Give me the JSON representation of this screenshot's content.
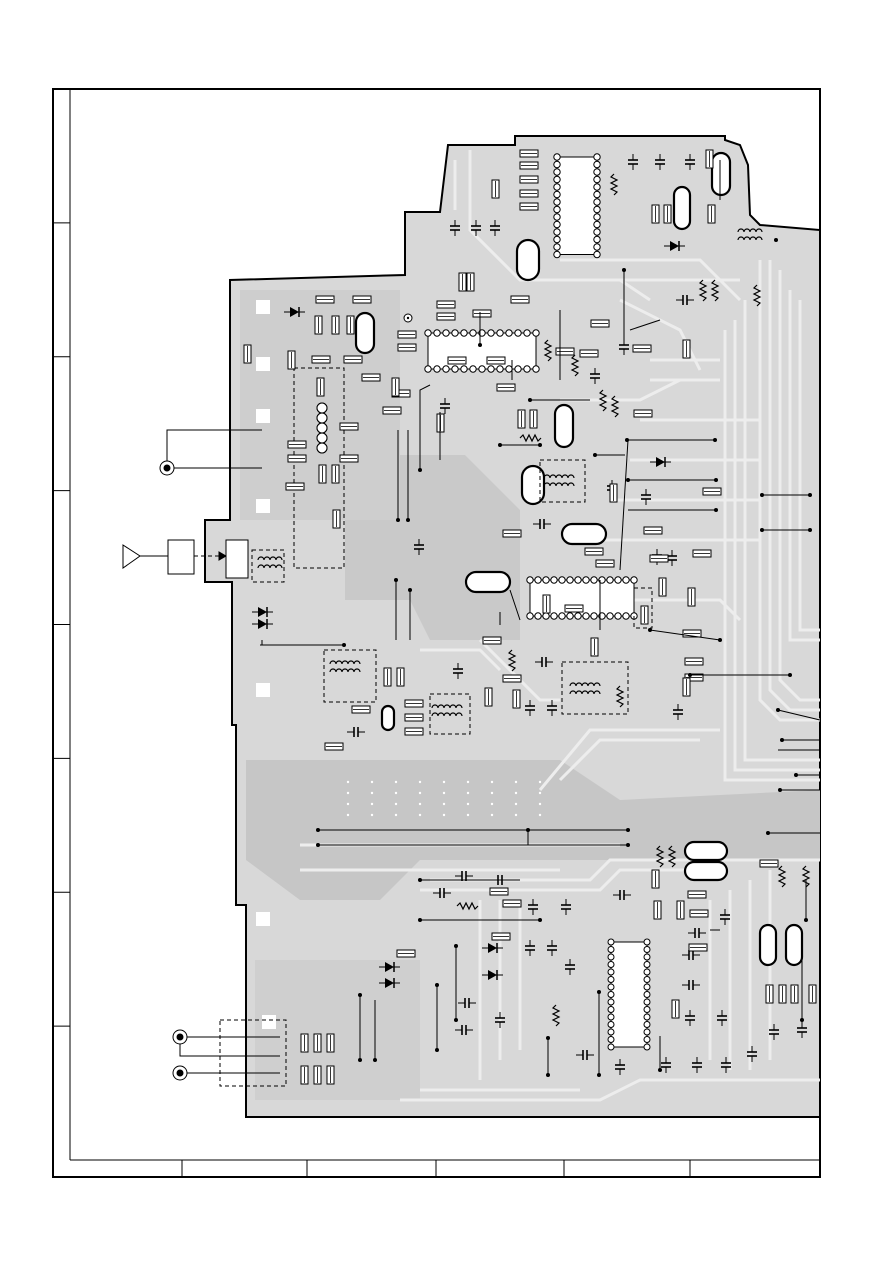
{
  "document": {
    "type": "pcb-wiring-side-view",
    "has_visible_text": false
  },
  "frame": {
    "left_grid_rows": 8,
    "bottom_grid_columns": 6
  },
  "colors": {
    "background": "#ffffff",
    "board_fill": "#d4d4d4",
    "copper_light": "#e6e6e6",
    "trace": "#bdbdbd",
    "ink": "#000000"
  },
  "symbols": {
    "antenna": "antenna-triangle-icon",
    "jack": "rf-jack-icon",
    "diode": "diode-icon",
    "crystal": "crystal-oval-icon",
    "coil": "coil-transformer-icon",
    "ic": "ic-package-icon"
  }
}
